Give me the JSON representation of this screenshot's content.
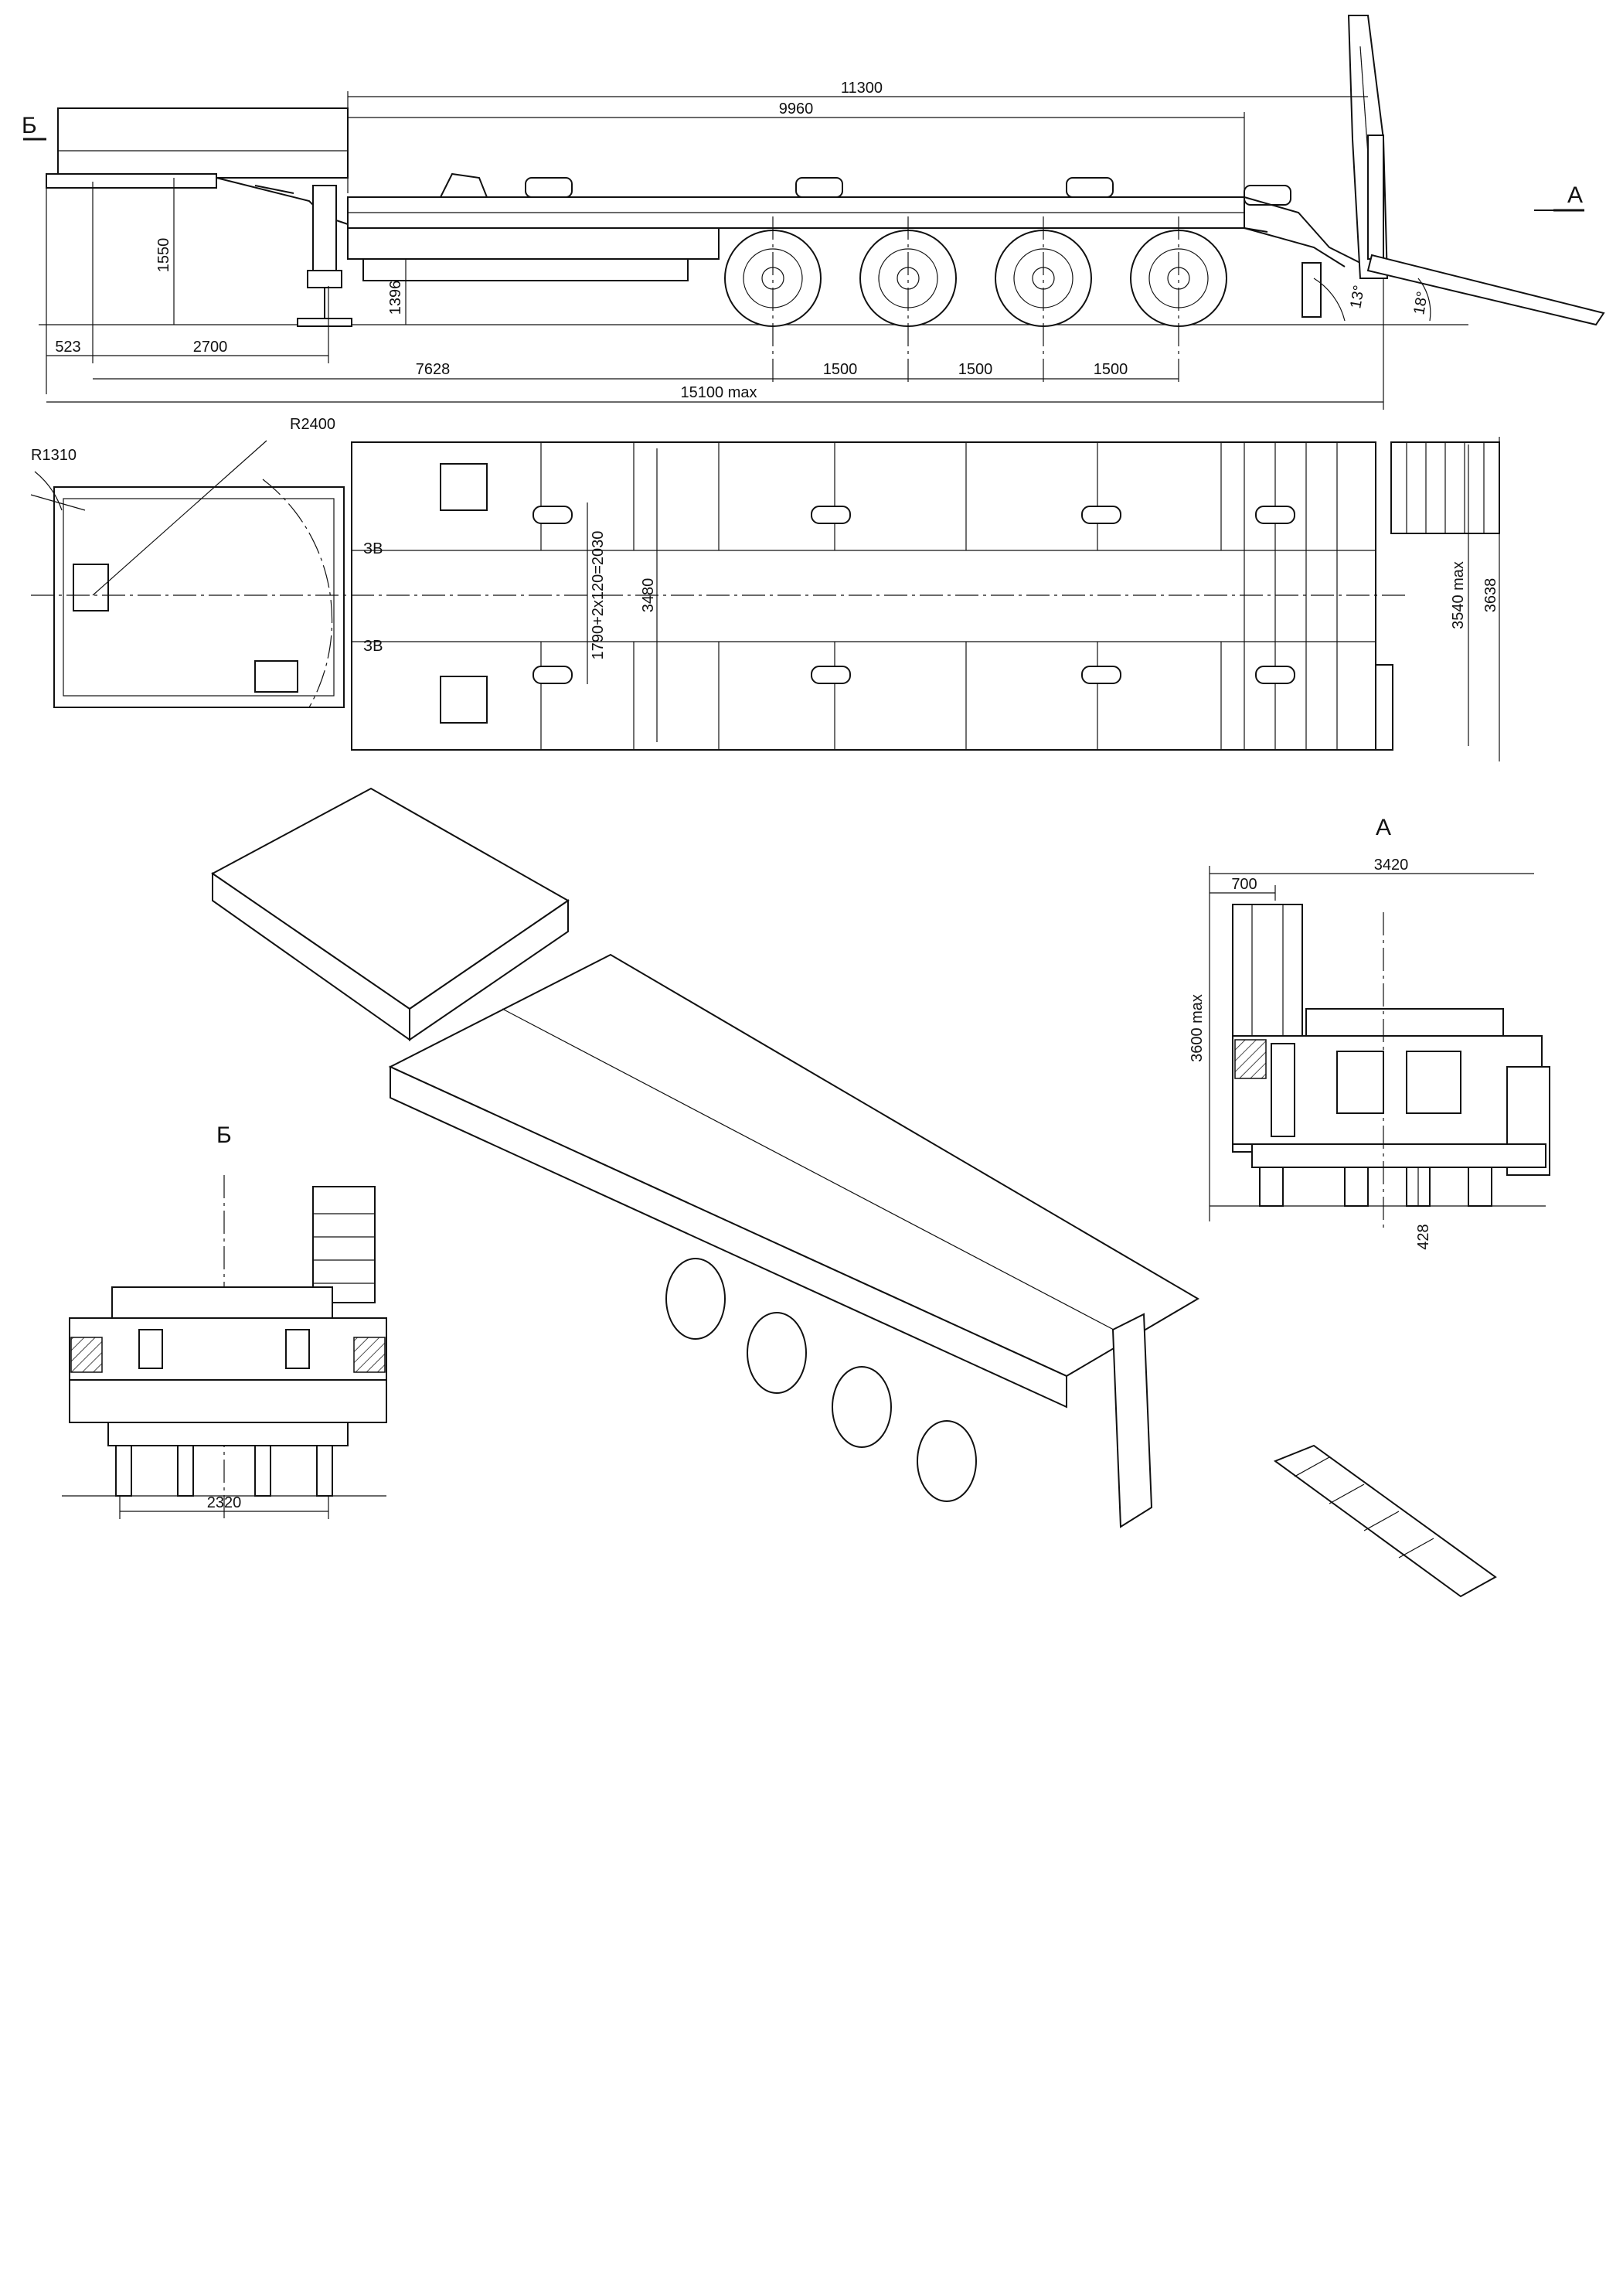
{
  "side_view": {
    "section_marker": "Б",
    "view_marker": "A",
    "dimensions": {
      "deck_length": "11300",
      "platform_length": "9960",
      "fifth_wheel_height": "1550",
      "deck_height": "1396",
      "front_overhang": "523",
      "kingpin_offset": "2700",
      "kingpin_to_axle": "7628",
      "axle_spacing_1": "1500",
      "axle_spacing_2": "1500",
      "axle_spacing_3": "1500",
      "overall_length": "15100 max",
      "ramp_angle_1": "13°",
      "ramp_angle_2": "18°"
    }
  },
  "top_view": {
    "dimensions": {
      "front_radius": "R1310",
      "swing_radius": "R2400",
      "deck_width_formula": "1790+2x120=2030",
      "deck_width": "3480",
      "width_max": "3540 max",
      "overall_width": "3638"
    },
    "deck_badge": "ЗВ"
  },
  "view_a": {
    "title": "A",
    "dimensions": {
      "overall_width": "3420",
      "ramp_width": "700",
      "height_max": "3600 max",
      "ground_clearance": "428"
    }
  },
  "view_b": {
    "title": "Б",
    "dimensions": {
      "track_width": "2320"
    }
  }
}
